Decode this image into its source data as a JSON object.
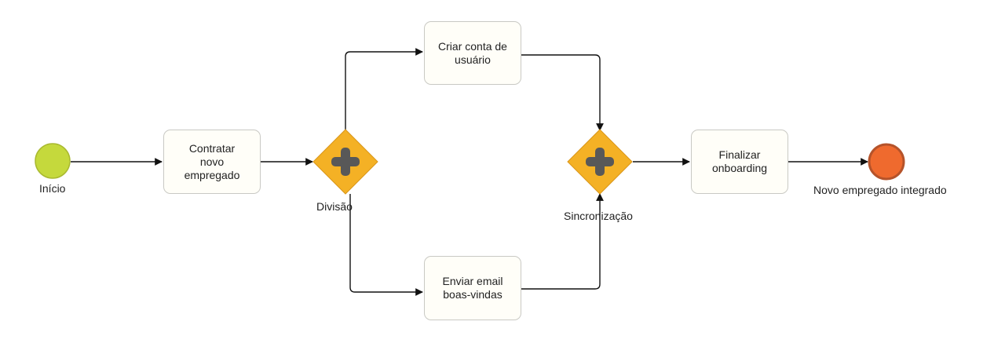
{
  "diagram": {
    "start_event": {
      "label": "Início",
      "color": "#c5d93c"
    },
    "end_event": {
      "label": "Novo empregado integrado",
      "color": "#ef6a2e"
    },
    "gateway_color": "#f4b125",
    "gateway_icon": "plus-icon",
    "tasks": {
      "hire": {
        "label": "Contratar\nnovo\nempregado"
      },
      "account": {
        "label": "Criar conta de\nusuário"
      },
      "email": {
        "label": "Enviar email\nboas-vindas"
      },
      "finish": {
        "label": "Finalizar\nonboarding"
      }
    },
    "gateways": {
      "split": {
        "label": "Divisão"
      },
      "join": {
        "label": "Sincronização"
      }
    }
  }
}
